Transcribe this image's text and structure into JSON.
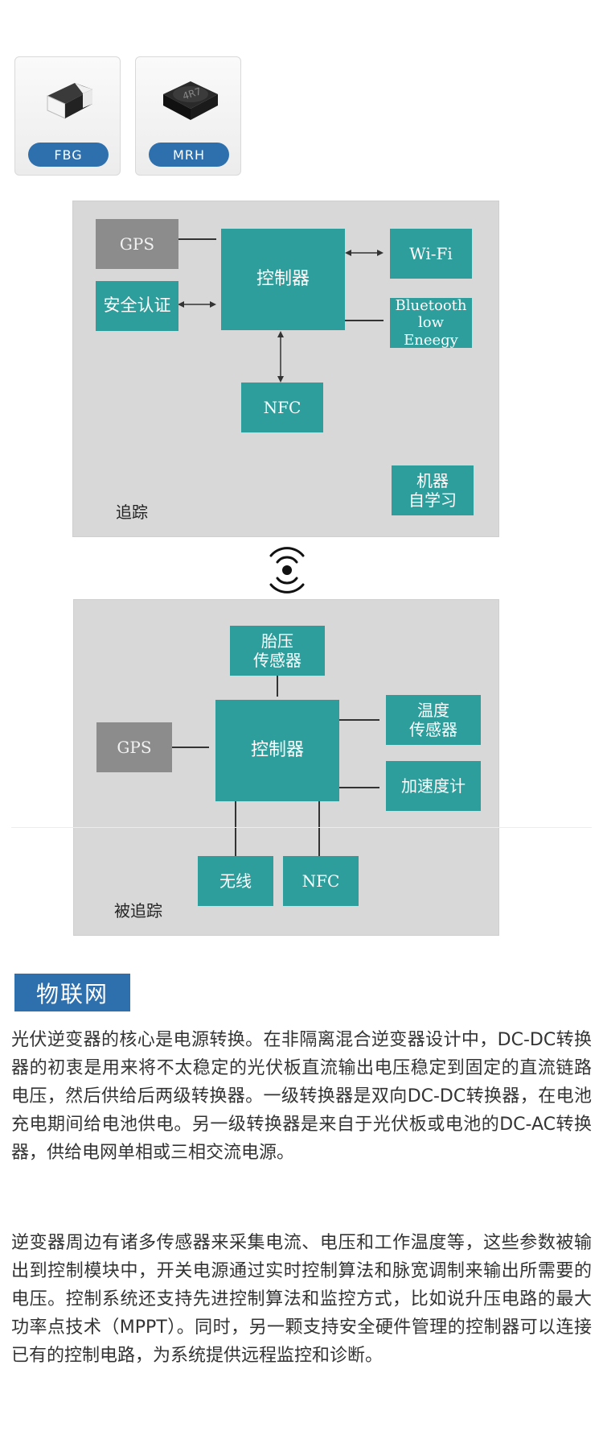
{
  "products": [
    {
      "label": "FBG"
    },
    {
      "label": "MRH",
      "marking": "4R7"
    }
  ],
  "tracking_panel": {
    "label": "追踪",
    "gps": "GPS",
    "controller": "控制器",
    "auth": "安全认证",
    "wifi": "Wi-Fi",
    "bluetooth": [
      "Bluetooth",
      "low Eneegy"
    ],
    "nfc": "NFC",
    "ml": [
      "机器",
      "自学习"
    ]
  },
  "tracked_panel": {
    "label": "被追踪",
    "tire": [
      "胎压",
      "传感器"
    ],
    "temp": [
      "温度",
      "传感器"
    ],
    "gps": "GPS",
    "controller": "控制器",
    "accel": "加速度计",
    "wireless": "无线",
    "nfc": "NFC"
  },
  "article": {
    "section_title": "物联网",
    "paragraph1": "光伏逆变器的核心是电源转换。在非隔离混合逆变器设计中，DC-DC转换器的初衷是用来将不太稳定的光伏板直流输出电压稳定到固定的直流链路电压，然后供给后两级转换器。一级转换器是双向DC-DC转换器，在电池充电期间给电池供电。另一级转换器是来自于光伏板或电池的DC-AC转换器，供给电网单相或三相交流电源。",
    "paragraph2": "逆变器周边有诸多传感器来采集电流、电压和工作温度等，这些参数被输出到控制模块中，开关电源通过实时控制算法和脉宽调制来输出所需要的电压。控制系统还支持先进控制算法和监控方式，比如说升压电路的最大功率点技术（MPPT）。同时，另一颗支持安全硬件管理的控制器可以连接已有的控制电路，为系统提供远程监控和诊断。"
  },
  "colors": {
    "teal": "#2e9e9c",
    "blue": "#2e6fae",
    "panel": "#d8d8d8",
    "gps_gray": "#8c8c8c"
  }
}
